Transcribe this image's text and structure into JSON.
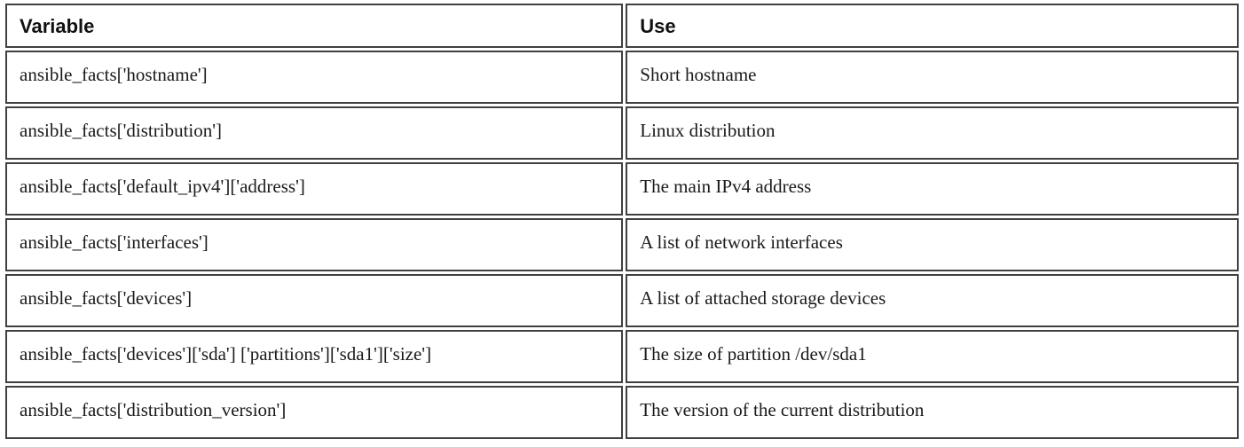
{
  "colors": {
    "border": "#404040",
    "text": "#1a1a1a",
    "background": "#ffffff"
  },
  "table": {
    "title": "ansible-facts-variables-table",
    "columns": [
      {
        "key": "variable",
        "label": "Variable"
      },
      {
        "key": "use",
        "label": "Use"
      }
    ],
    "rows": [
      {
        "variable": "ansible_facts['hostname']",
        "use": "Short hostname"
      },
      {
        "variable": "ansible_facts['distribution']",
        "use": "Linux distribution"
      },
      {
        "variable": "ansible_facts['default_ipv4']['address']",
        "use": "The main IPv4 address"
      },
      {
        "variable": "ansible_facts['interfaces']",
        "use": "A list of network interfaces"
      },
      {
        "variable": "ansible_facts['devices']",
        "use": "A list of attached storage devices"
      },
      {
        "variable": "ansible_facts['devices']['sda'] ['partitions']['sda1']['size']",
        "use": "The size of partition /dev/sda1"
      },
      {
        "variable": "ansible_facts['distribution_version']",
        "use": "The version of the current distribution"
      }
    ]
  }
}
